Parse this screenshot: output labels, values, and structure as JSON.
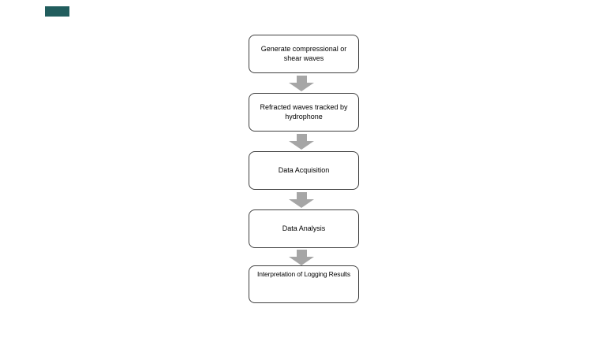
{
  "slide": {
    "background": "#ffffff",
    "accent_rectangle": {
      "color": "#215d5d"
    }
  },
  "flowchart": {
    "type": "vertical-process-flow",
    "direction": "top-to-bottom",
    "box_fill": "#ffffff",
    "box_border_color": "#404040",
    "arrow_color": "#a6a6a6",
    "text_color": "#000000",
    "steps": [
      {
        "label": "Generate compressional or shear waves"
      },
      {
        "label": "Refracted waves tracked by hydrophone"
      },
      {
        "label": "Data Acquisition"
      },
      {
        "label": "Data Analysis"
      },
      {
        "label": "Interpretation of Logging Results"
      }
    ]
  }
}
